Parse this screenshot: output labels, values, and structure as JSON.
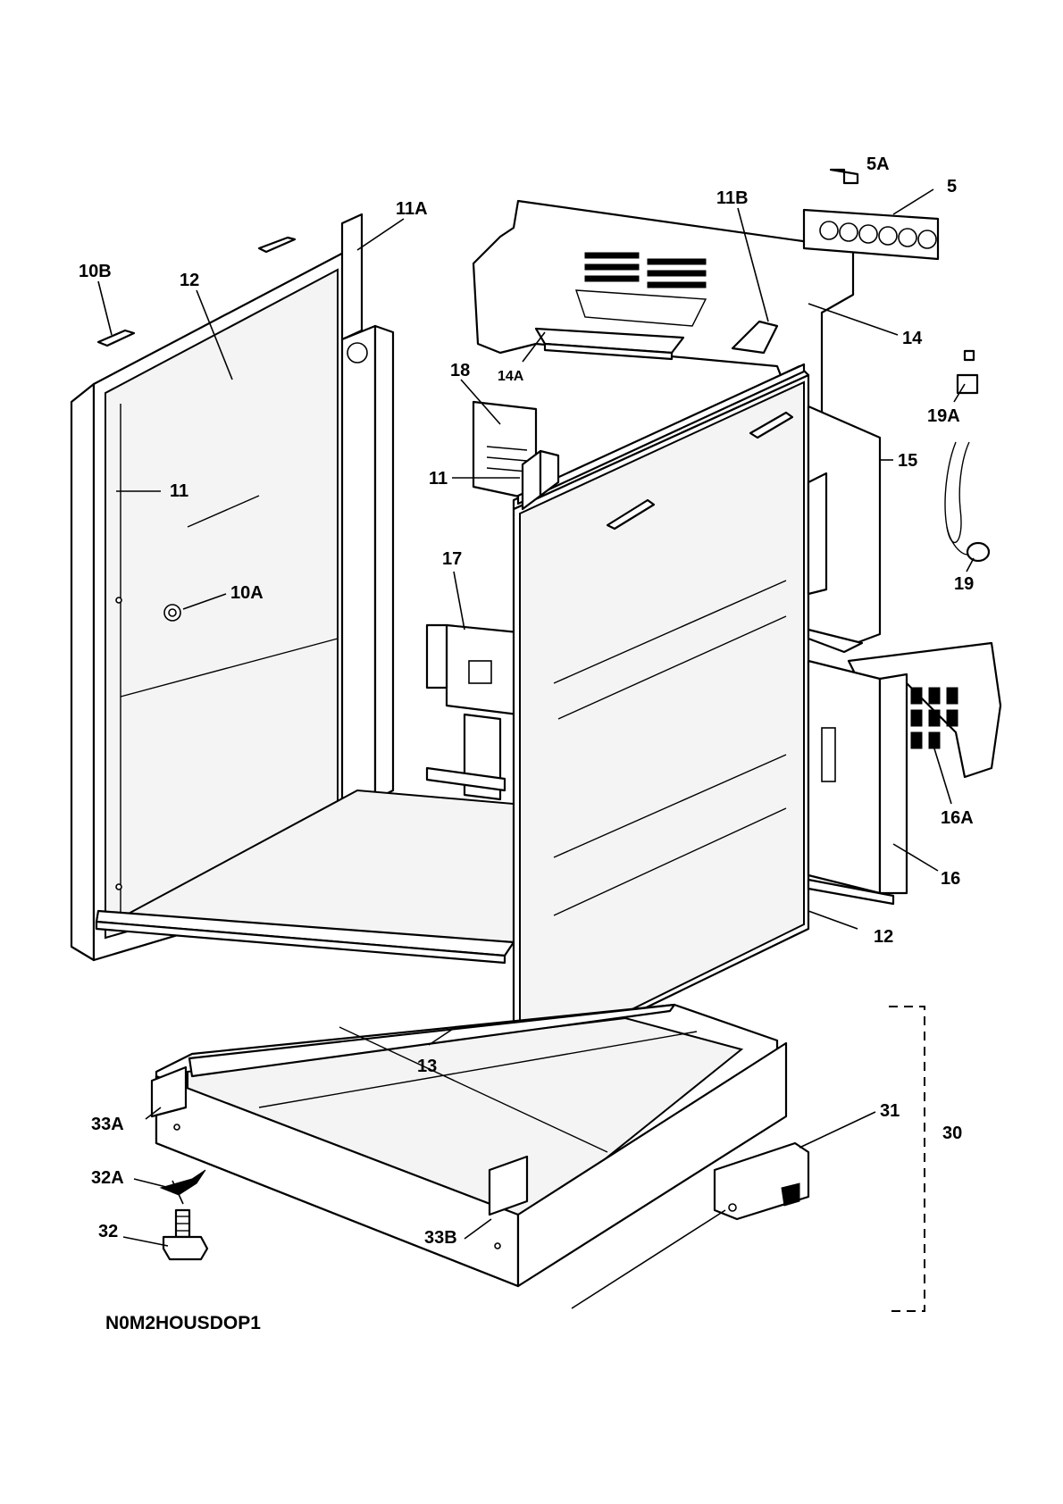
{
  "diagram_code": "N0M2HOUSDOP1",
  "labels": {
    "l5A": "5A",
    "l5": "5",
    "l11A": "11A",
    "l11B": "11B",
    "l10B": "10B",
    "l12_left": "12",
    "l14": "14",
    "l14A": "14A",
    "l18": "18",
    "l19A": "19A",
    "l11_left": "11",
    "l11_center": "11",
    "l15": "15",
    "l19": "19",
    "l10A": "10A",
    "l17": "17",
    "l16A": "16A",
    "l16": "16",
    "l12_right": "12",
    "l13": "13",
    "l31": "31",
    "l30": "30",
    "l33A": "33A",
    "l32A": "32A",
    "l32": "32",
    "l33B": "33B"
  }
}
